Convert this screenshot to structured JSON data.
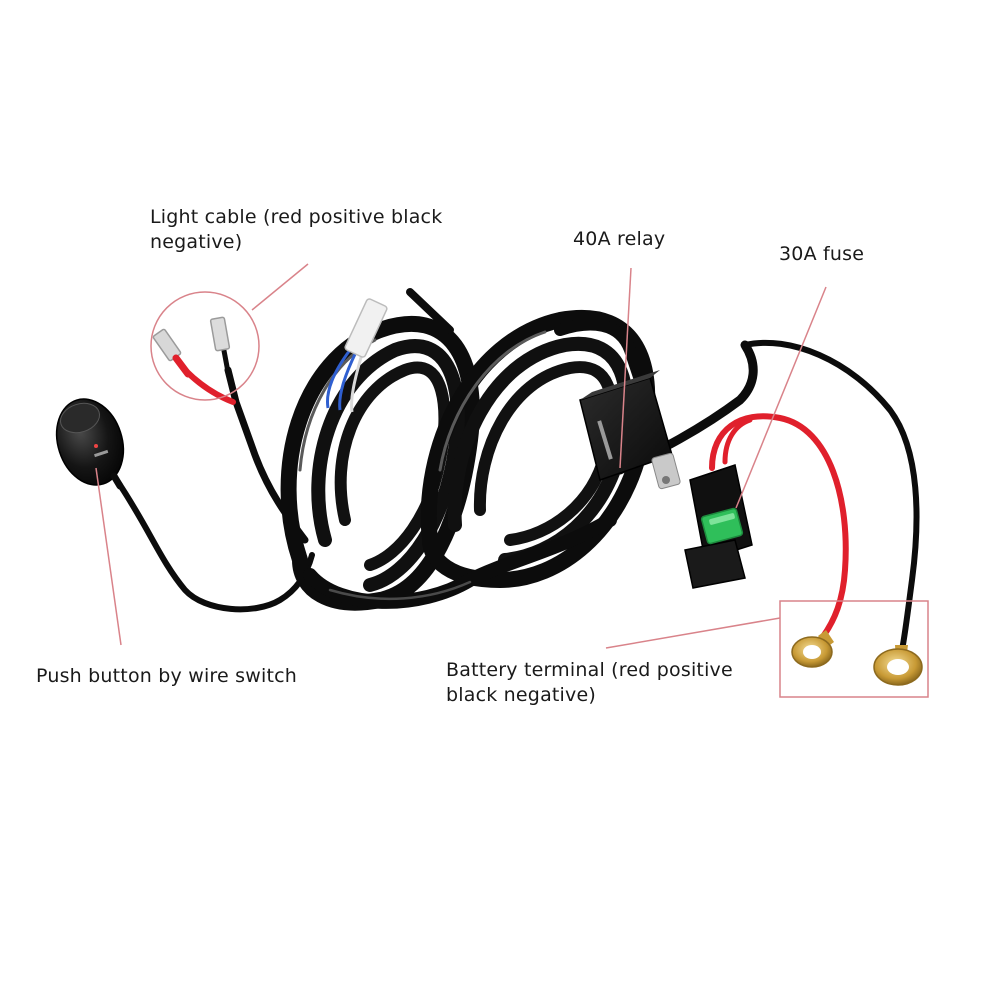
{
  "labels": {
    "light_cable": [
      "Light cable (red positive black",
      "negative)"
    ],
    "relay": "40A relay",
    "fuse": "30A fuse",
    "push_button": "Push button by wire switch",
    "battery_terminal": [
      "Battery terminal (red positive",
      "black negative)"
    ]
  },
  "colors": {
    "cable": "#0c0c0c",
    "cable_highlight": "#5a5a5a",
    "red_wire": "#e0202c",
    "callout_line": "#d9838a",
    "ring_terminal": "#d2a63c",
    "fuse_green": "#2fbf5a",
    "blue_wire": "#2f5fd0"
  }
}
